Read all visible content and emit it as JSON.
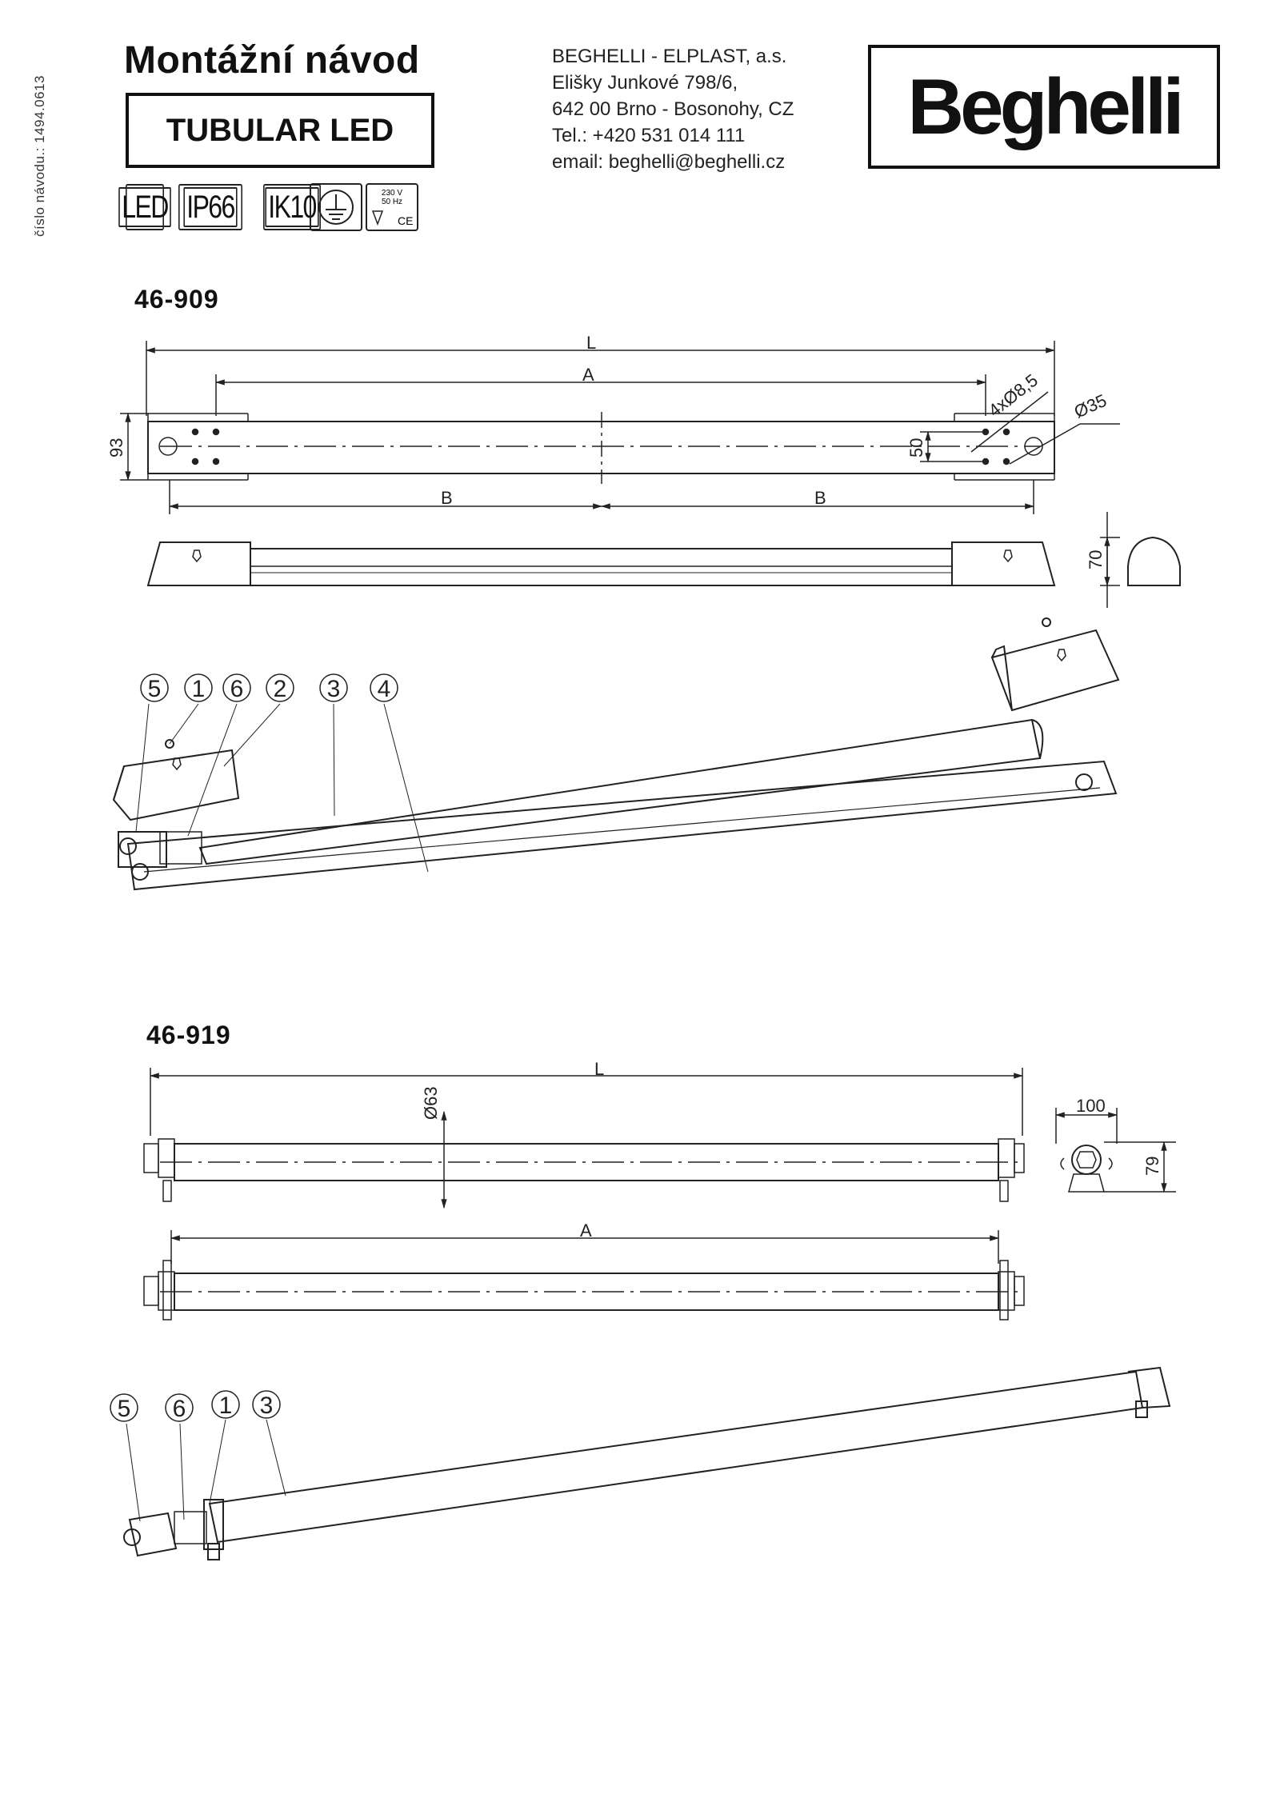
{
  "side_note": "číslo návodu.: 1494.0613",
  "header": {
    "title": "Montážní návod",
    "product": "TUBULAR LED",
    "badges": [
      "LED",
      "IP66",
      "IK10"
    ],
    "voltage": "230 V",
    "frequency": "50 Hz",
    "ce_mark": "CE",
    "earth_icon": "earth-ground-icon"
  },
  "company": {
    "name": "BEGHELLI - ELPLAST, a.s.",
    "street": "Elišky Junkové 798/6,",
    "city": "642 00 Brno - Bosonohy, CZ",
    "phone": "Tel.: +420 531 014 111",
    "email": "email: beghelli@beghelli.cz"
  },
  "logo": "Beghelli",
  "model_1": {
    "code": "46-909",
    "dims": {
      "L": "L",
      "A": "A",
      "B": "B",
      "height": "93",
      "holes": "4xØ8,5",
      "hole_large": "Ø35",
      "spacing": "50",
      "profile_height": "70"
    },
    "callouts": [
      "5",
      "1",
      "6",
      "2",
      "3",
      "4"
    ]
  },
  "model_2": {
    "code": "46-919",
    "dims": {
      "L": "L",
      "A": "A",
      "diameter": "Ø63",
      "width": "100",
      "height": "79"
    },
    "callouts": [
      "5",
      "6",
      "1",
      "3"
    ]
  }
}
